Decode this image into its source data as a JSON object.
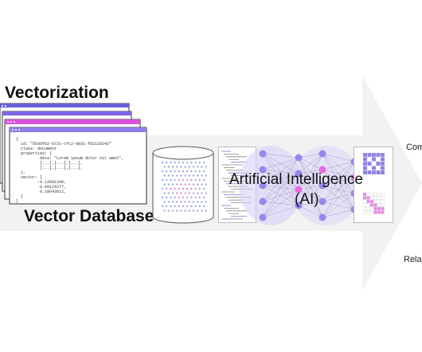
{
  "vectorization": {
    "title": "Vectorization",
    "code_lines": [
      "{",
      "  id: \"593df62-8721-cfc2-9831-f92133242\"",
      "  class: document",
      "  properties: {",
      "          data: \"Lorem ipsum dolor sit amet\",",
      "          [...],[...],[...],",
      "          [...],[...],[...],",
      "  },",
      "  vector: [",
      "         -0.12601349,",
      "         -0.09124377,",
      "          0.18643012,",
      "  ]",
      "}"
    ]
  },
  "vector_database": {
    "title": "Vector Database"
  },
  "ai": {
    "title_line1": "Artificial Intelligence",
    "title_line2": "(AI)"
  },
  "right_labels": {
    "top": "Com",
    "bottom": "Rela"
  },
  "colors": {
    "card_border": "#333333",
    "card_header_1": "#6b5fd6",
    "card_header_2": "#7d66e3",
    "card_header_3": "#d84fd8",
    "card_header_4": "#8f7fe8",
    "dot_blue": "#7a8fd6",
    "dot_pink": "#e060c8",
    "node_purple": "#9a86ee",
    "node_pink": "#e66be0",
    "glow": "#cfc4f6",
    "arrow": "#f1f1f1"
  },
  "icons": [
    "document-card-icon",
    "database-cylinder-icon",
    "code-sheet-icon",
    "neural-network-icon",
    "pixel-grid-image-icon"
  ]
}
